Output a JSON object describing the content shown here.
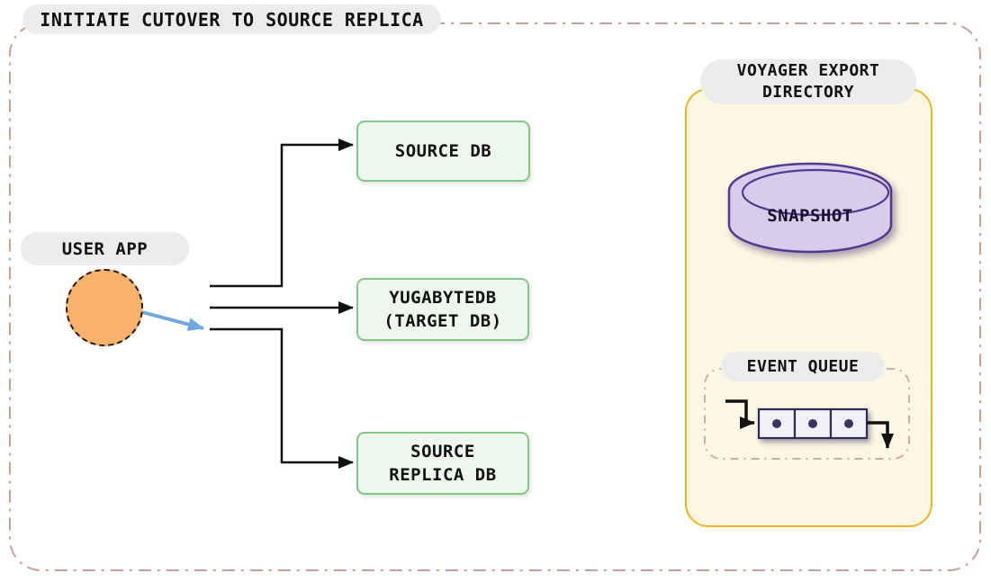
{
  "title": "INITIATE CUTOVER TO SOURCE REPLICA",
  "user_app": {
    "label": "USER APP"
  },
  "databases": {
    "source_db": {
      "label": "SOURCE DB"
    },
    "target_db": {
      "line1": "YUGABYTEDB",
      "line2": "(TARGET DB)"
    },
    "source_replica_db": {
      "line1": "SOURCE",
      "line2": "REPLICA DB"
    }
  },
  "voyager": {
    "label_line1": "VOYAGER EXPORT",
    "label_line2": "DIRECTORY",
    "snapshot": {
      "label": "SNAPSHOT"
    },
    "event_queue": {
      "label": "EVENT QUEUE",
      "slot_count": 3
    }
  },
  "colors": {
    "outer_dash_border": "#c9a192",
    "queue_dash_border": "#d8a9a0",
    "pill_bg": "#ececec",
    "db_box_fill": "#eef7ee",
    "db_box_border": "#82c785",
    "panel_fill": "#fcf7e2",
    "panel_border": "#edb422",
    "cylinder_fill": "#d7cdeb",
    "cylinder_border": "#533a8e",
    "user_circle_fill": "#f9b26b",
    "blue_arrow": "#6fa8dc",
    "black_arrow": "#111111",
    "queue_cell_fill": "#f2f1f5",
    "queue_cell_border": "#2f2a5c"
  }
}
